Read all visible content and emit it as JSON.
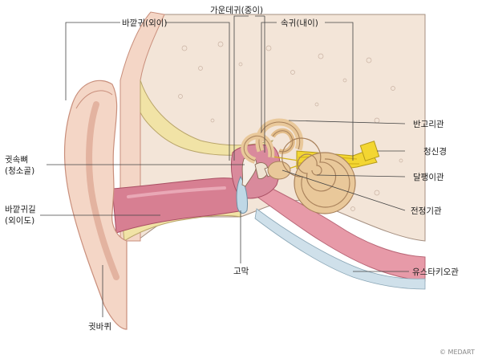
{
  "labels": {
    "outer_ear": "바깥귀(외이)",
    "middle_ear": "가운데귀(중이)",
    "inner_ear": "속귀(내이)",
    "semicircular_canals": "반고리관",
    "auditory_nerve": "청신경",
    "cochlea": "달팽이관",
    "vestibule": "전정기관",
    "eustachian_tube": "유스타키오관",
    "ossicles_line1": "귓속뼈",
    "ossicles_line2": "(청소골)",
    "ear_canal_line1": "바깥귀길",
    "ear_canal_line2": "(외이도)",
    "eardrum": "고막",
    "auricle": "귓바퀴"
  },
  "credit": "© MEDART",
  "colors": {
    "skin": "#f4d6c6",
    "skin_shadow": "#e3b3a0",
    "cartilage": "#f1e3a6",
    "bone": "#f3e5d8",
    "canal": "#d77f92",
    "tube": "#e79aa8",
    "cochlea": "#e9c89a",
    "nerve": "#f3d632",
    "eardrum": "#bfd8e6"
  }
}
